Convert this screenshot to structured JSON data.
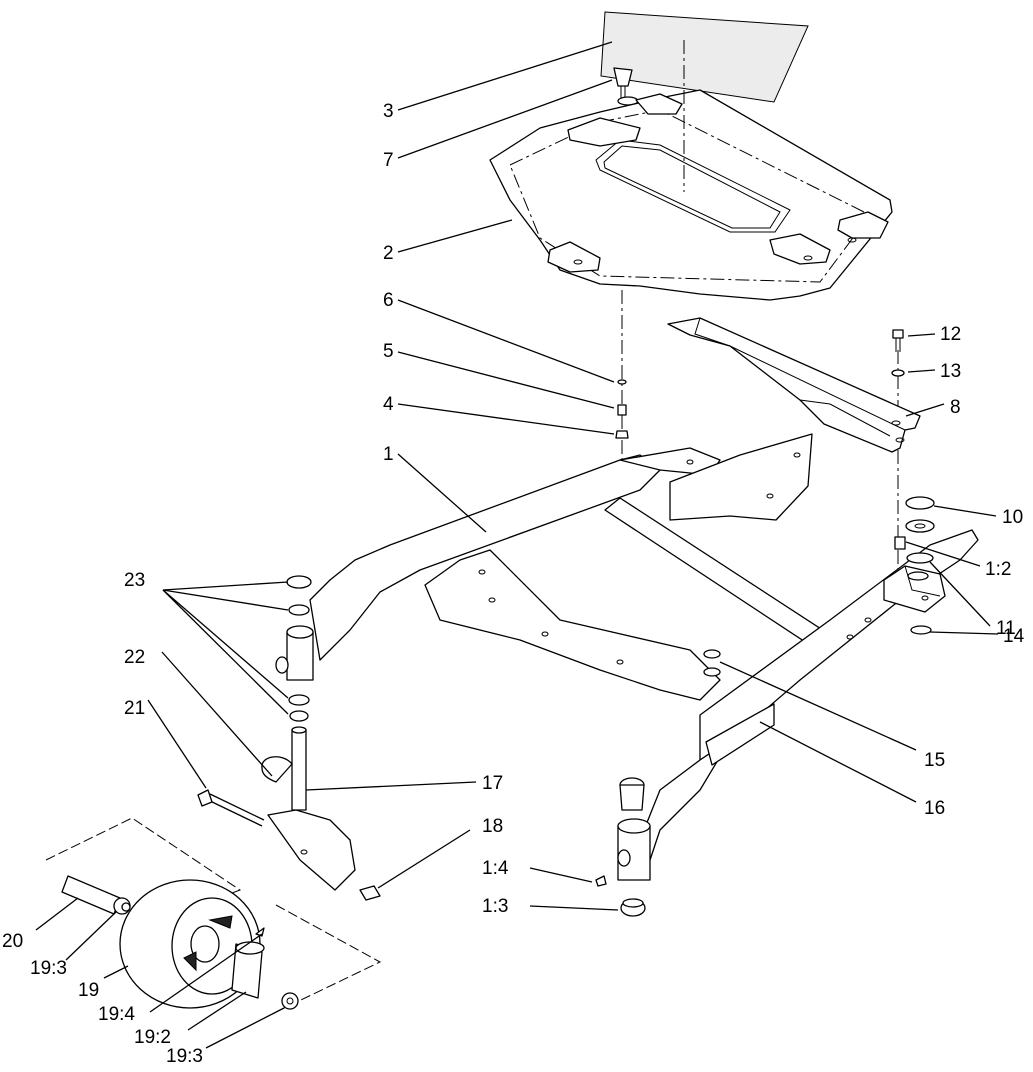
{
  "callouts": {
    "c1": "1",
    "c1_2": "1:2",
    "c1_3": "1:3",
    "c1_4": "1:4",
    "c2": "2",
    "c3": "3",
    "c4": "4",
    "c5": "5",
    "c6": "6",
    "c7": "7",
    "c8": "8",
    "c10": "10",
    "c11": "11",
    "c12": "12",
    "c13": "13",
    "c14": "14",
    "c15": "15",
    "c16": "16",
    "c17": "17",
    "c18": "18",
    "c19": "19",
    "c19_2": "19:2",
    "c19_3a": "19:3",
    "c19_3b": "19:3",
    "c19_4": "19:4",
    "c20": "20",
    "c21": "21",
    "c22": "22",
    "c23": "23"
  },
  "colors": {
    "line": "#000000",
    "background": "#ffffff"
  }
}
